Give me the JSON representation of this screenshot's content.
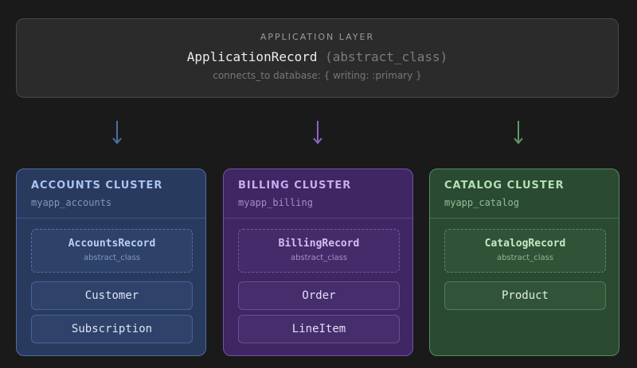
{
  "app_layer": {
    "label": "APPLICATION LAYER",
    "class_name": "ApplicationRecord",
    "class_kind": "(abstract_class)",
    "connection": "connects_to database: { writing: :primary }"
  },
  "colors": {
    "accounts_arrow": "#4e6ea8",
    "billing_arrow": "#8a62c4",
    "catalog_arrow": "#5f9a64"
  },
  "clusters": [
    {
      "title": "ACCOUNTS CLUSTER",
      "database": "myapp_accounts",
      "abstract_record": "AccountsRecord",
      "abstract_kind": "abstract_class",
      "models": [
        "Customer",
        "Subscription"
      ]
    },
    {
      "title": "BILLING CLUSTER",
      "database": "myapp_billing",
      "abstract_record": "BillingRecord",
      "abstract_kind": "abstract_class",
      "models": [
        "Order",
        "LineItem"
      ]
    },
    {
      "title": "CATALOG CLUSTER",
      "database": "myapp_catalog",
      "abstract_record": "CatalogRecord",
      "abstract_kind": "abstract_class",
      "models": [
        "Product"
      ]
    }
  ]
}
